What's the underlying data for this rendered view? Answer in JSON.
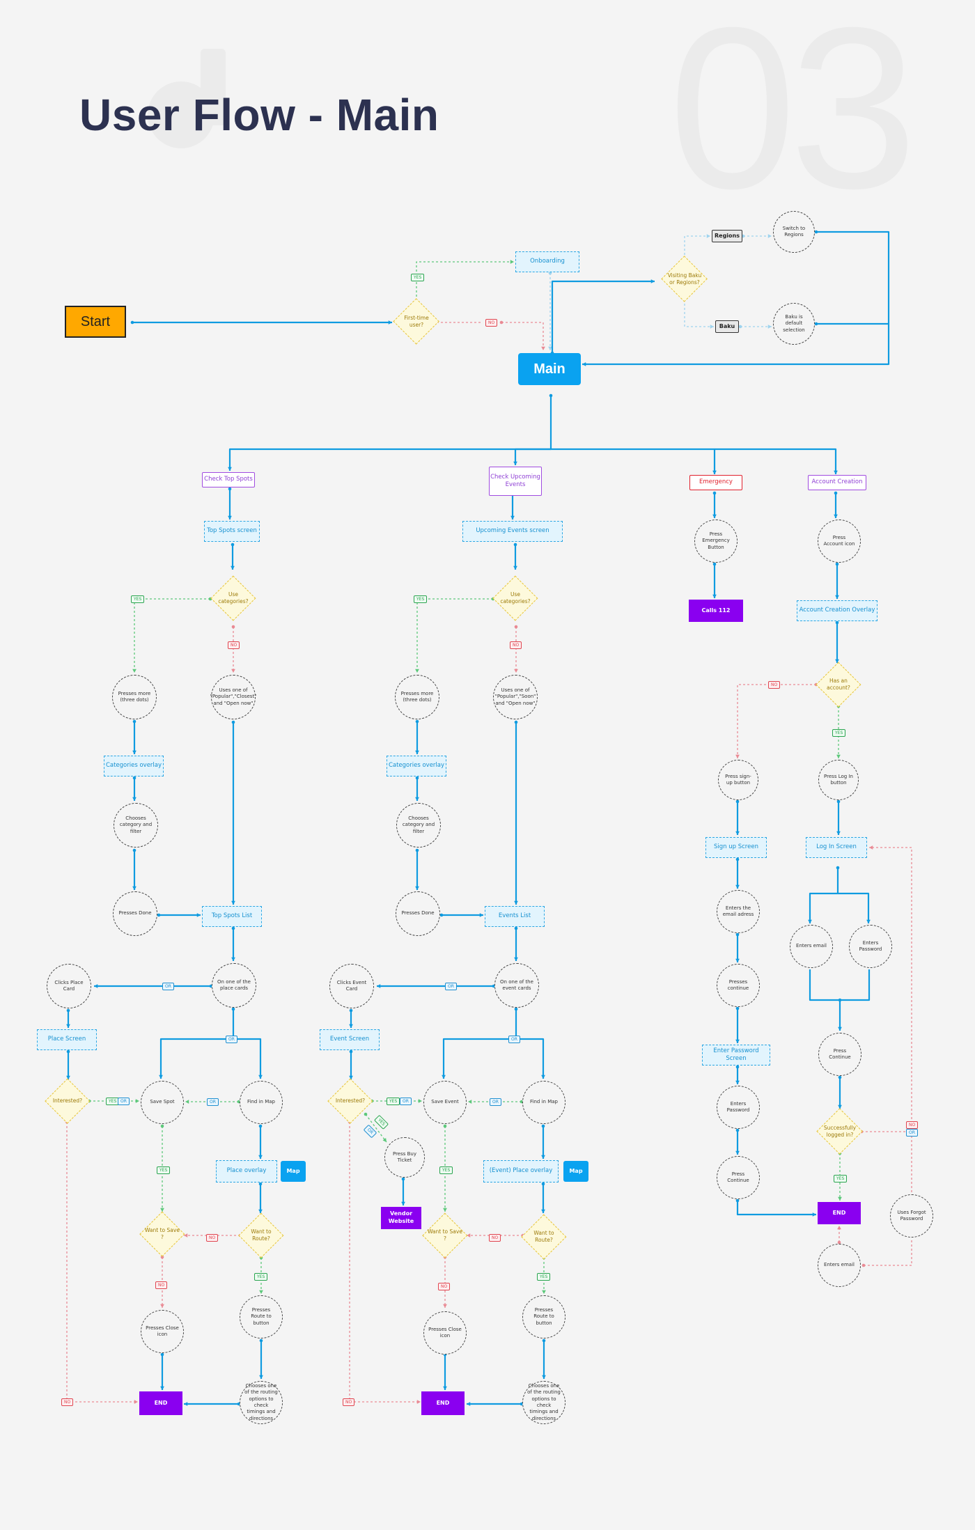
{
  "page": {
    "title": "User Flow - Main",
    "section_number": "03"
  },
  "nodes": {
    "start": "Start",
    "main": "Main",
    "first_time": "First-time user?",
    "onboarding": "Onboarding",
    "visiting": "Visiting Baku or Regions?",
    "regions": "Regions",
    "baku": "Baku",
    "switch_regions": "Switch to Regions",
    "baku_default": "Baku is default selection",
    "check_top_spots": "Check Top Spots",
    "check_events": "Check Upcoming Events",
    "emergency": "Emergency",
    "account_creation": "Account Creation",
    "ts_screen": "Top Spots screen",
    "ts_use_cat": "Use categories?",
    "ts_presses_more": "Presses more (three dots)",
    "ts_uses_one": "Uses one of \"Popular\",\"Closest\" and \"Open now\"",
    "ts_cat_overlay": "Categories overlay",
    "ts_chooses": "Chooses category and filter",
    "ts_presses_done": "Presses Done",
    "ts_list": "Top Spots List",
    "ts_on_one": "On one of the place cards",
    "ts_clicks": "Clicks Place Card",
    "ts_place_screen": "Place Screen",
    "ts_interested": "Interested?",
    "ts_save_spot": "Save Spot",
    "ts_find_map": "Find in Map",
    "ts_place_overlay": "Place overlay",
    "ts_map": "Map",
    "ts_want_save": "Want to Save ?",
    "ts_want_route": "Want to Route?",
    "ts_presses_close": "Presses Close icon",
    "ts_presses_route": "Presses Route to button",
    "ts_end": "END",
    "ts_chooses_route": "Chooses one of the routing options to check timings and directions",
    "ev_screen": "Upcoming Events screen",
    "ev_use_cat": "Use categories?",
    "ev_presses_more": "Presses more (three dots)",
    "ev_uses_one": "Uses one of \"Popular\",\"Soon\" and \"Open now\"",
    "ev_cat_overlay": "Categories overlay",
    "ev_chooses": "Chooses category and filter",
    "ev_presses_done": "Presses Done",
    "ev_list": "Events List",
    "ev_on_one": "On one of the event cards",
    "ev_clicks": "Clicks Event Card",
    "ev_event_screen": "Event Screen",
    "ev_interested": "Interested?",
    "ev_save_event": "Save Event",
    "ev_find_map": "Find in Map",
    "ev_buy_ticket": "Press Buy Ticket",
    "ev_vendor": "Vendor Website",
    "ev_place_overlay": "(Event) Place overlay",
    "ev_map": "Map",
    "ev_want_save": "Want to Save ?",
    "ev_want_route": "Want to Route?",
    "ev_presses_close": "Presses Close icon",
    "ev_presses_route": "Presses Route to button",
    "ev_end": "END",
    "ev_chooses_route": "Chooses one of the routing options to check timings and directions",
    "em_press": "Press Emergency Button",
    "em_calls": "Calls 112",
    "ac_press_account": "Press Account icon",
    "ac_overlay": "Account Creation Overlay",
    "ac_has_account": "Has an account?",
    "ac_press_signup": "Press sign-up button",
    "ac_signup_screen": "Sign up Screen",
    "ac_enters_email": "Enters the email adress",
    "ac_presses_continue": "Presses continue",
    "ac_enter_pw_screen": "Enter Password Screen",
    "ac_enters_pw": "Enters Password",
    "ac_press_continue": "Press Continue",
    "ac_press_login": "Press Log In button",
    "ac_login_screen": "Log In Screen",
    "ac_li_email": "Enters email",
    "ac_li_password": "Enters Password",
    "ac_li_continue": "Press Continue",
    "ac_success": "Successfully logged in?",
    "ac_end": "END",
    "ac_forgot": "Uses Forgot Password",
    "ac_enters_email2": "Enters email"
  },
  "labels": {
    "yes": "YES",
    "no": "NO",
    "or": "OR"
  },
  "colors": {
    "primary_flow": "#0f9be0",
    "yes_path": "#5cc87a",
    "no_path": "#e98a94",
    "onboarding_path": "#9ed3ee",
    "end_block": "#8a00f0",
    "start_block": "#ffa800",
    "title": "#2c3150"
  }
}
